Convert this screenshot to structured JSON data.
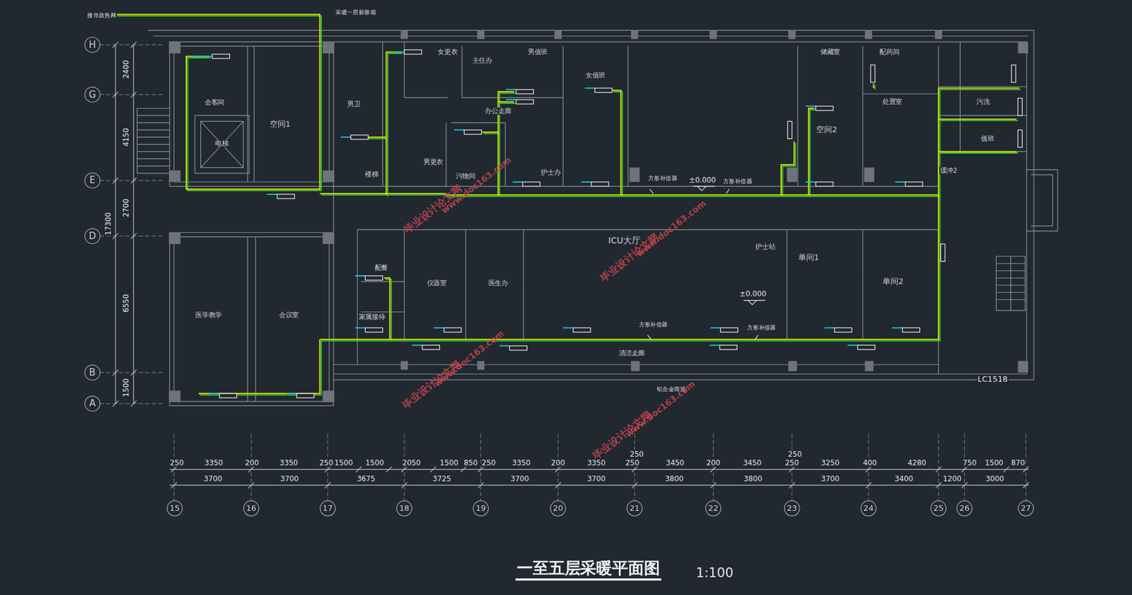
{
  "diagram": {
    "title": "一至五层采暖平面图",
    "nodes": [
      {
        "text": [
          "会客间"
        ]
      },
      {
        "text": [
          "电梯"
        ]
      },
      {
        "text": [
          "空间1"
        ]
      },
      {
        "text": [
          "男卫"
        ]
      },
      {
        "text": [
          "女更衣"
        ]
      },
      {
        "text": [
          "主任办"
        ]
      },
      {
        "text": [
          "男值班"
        ]
      },
      {
        "text": [
          "女值班"
        ]
      },
      {
        "text": [
          "办公走廊"
        ]
      },
      {
        "text": [
          "男更衣"
        ]
      },
      {
        "text": [
          "污物间"
        ]
      },
      {
        "text": [
          "护士办"
        ]
      },
      {
        "text": [
          "楼梯"
        ]
      },
      {
        "text": [
          "储藏室"
        ]
      },
      {
        "text": [
          "配药间"
        ]
      },
      {
        "text": [
          "处置室"
        ]
      },
      {
        "text": [
          "空间2"
        ]
      },
      {
        "text": [
          "污洗"
        ]
      },
      {
        "text": [
          "值班"
        ]
      },
      {
        "text": [
          "缓冲2"
        ]
      },
      {
        "text": [
          "ICU大厅"
        ]
      },
      {
        "text": [
          "护士站"
        ]
      },
      {
        "text": [
          "单间1"
        ]
      },
      {
        "text": [
          "单间2"
        ]
      },
      {
        "text": [
          "配餐"
        ]
      },
      {
        "text": [
          "仪器室"
        ]
      },
      {
        "text": [
          "医生办"
        ]
      },
      {
        "text": [
          "家属接待"
        ]
      },
      {
        "text": [
          "医学教学"
        ]
      },
      {
        "text": [
          "会议室"
        ]
      },
      {
        "text": [
          "清洁走廊"
        ]
      },
      {
        "text": [
          "H"
        ]
      },
      {
        "text": [
          "G"
        ]
      },
      {
        "text": [
          "E"
        ]
      },
      {
        "text": [
          "D"
        ]
      },
      {
        "text": [
          "B"
        ]
      },
      {
        "text": [
          "A"
        ]
      },
      {
        "text": [
          "15"
        ]
      },
      {
        "text": [
          "16"
        ]
      },
      {
        "text": [
          "17"
        ]
      },
      {
        "text": [
          "18"
        ]
      },
      {
        "text": [
          "19"
        ]
      },
      {
        "text": [
          "20"
        ]
      },
      {
        "text": [
          "21"
        ]
      },
      {
        "text": [
          "22"
        ]
      },
      {
        "text": [
          "23"
        ]
      },
      {
        "text": [
          "24"
        ]
      },
      {
        "text": [
          "25"
        ]
      },
      {
        "text": [
          "26"
        ]
      },
      {
        "text": [
          "27"
        ]
      }
    ],
    "labels": [
      "接市政热网",
      "采暖一层膨胀箱",
      "±0.000",
      "方形补偿器",
      "方形补偿器",
      "±0.000",
      "方形补偿器",
      "方形补偿器",
      "铝合金雨篷",
      "LC1518",
      "2400",
      "4150",
      "2700",
      "6550",
      "1500",
      "17300",
      "250",
      "3350",
      "200",
      "3350",
      "250",
      "1500",
      "1500",
      "2050",
      "1500",
      "850",
      "250",
      "3350",
      "200",
      "3350",
      "250",
      "3450",
      "200",
      "3450",
      "250",
      "3250",
      "400",
      "4280",
      "750",
      "1500",
      "870",
      "250",
      "250",
      "3700",
      "3700",
      "3675",
      "3725",
      "3700",
      "3700",
      "3800",
      "3800",
      "3700",
      "3400",
      "1200",
      "3000",
      "1:100",
      "毕业设计论文网",
      "毕业设计论文网",
      "毕业设计论文网",
      "毕业设计论文网",
      "www.doc163.com",
      "www.doc163.com",
      "www.doc163.com",
      "www.doc163.com"
    ]
  }
}
